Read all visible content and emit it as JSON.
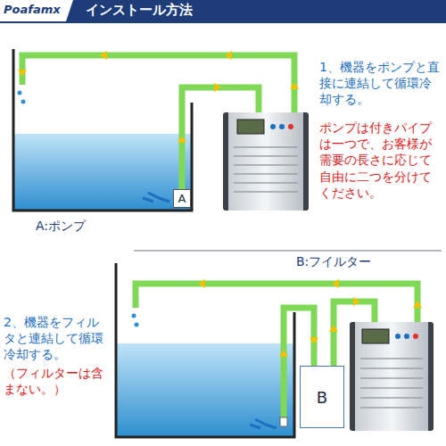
{
  "diagram": {
    "title": "インストール方法",
    "nodes": [
      {
        "text": [
          "A"
        ]
      },
      {
        "text": [
          "B"
        ]
      }
    ],
    "labels": [
      "Poafamx",
      "1、機器をポンプと直接に連結して循環冷却する。",
      "ポンプは付きパイプは一つで、お客様が需要の長さに応じて自由に二つを分けてください。",
      "A:ポンプ",
      "B:フイルター",
      "2、機器をフィルタと連結して循環冷却する。",
      "（フィルターは含まない。）"
    ]
  }
}
